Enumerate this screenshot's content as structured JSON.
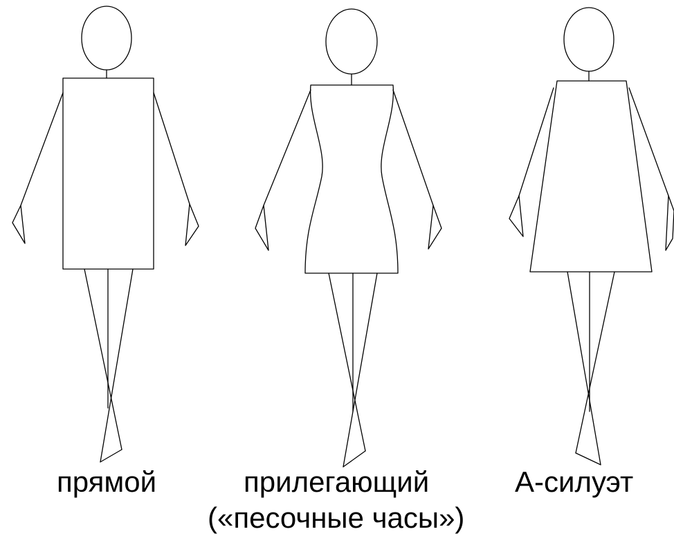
{
  "silhouettes": [
    {
      "id": "straight",
      "label": "прямой"
    },
    {
      "id": "fitted",
      "label": "прилегающий",
      "sublabel": "(«песочные часы»)"
    },
    {
      "id": "a-line",
      "label": "А-силуэт"
    }
  ],
  "colors": {
    "background": "#ffffff",
    "line": "#000000"
  }
}
